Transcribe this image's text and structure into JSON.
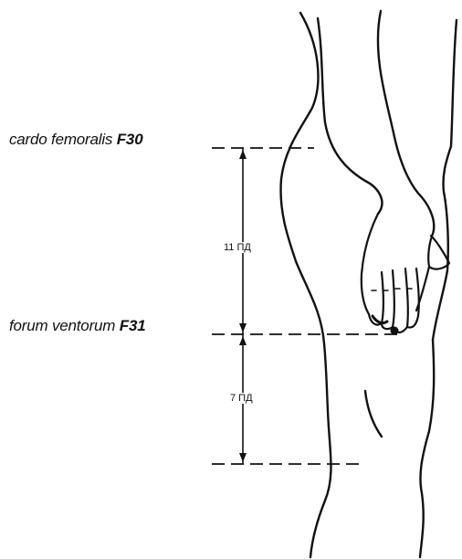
{
  "points": [
    {
      "name": "cardo femoralis",
      "code": "F30"
    },
    {
      "name": "forum ventorum",
      "code": "F31"
    }
  ],
  "distances": [
    {
      "label": "11 ПД"
    },
    {
      "label": "7 ПД"
    }
  ]
}
